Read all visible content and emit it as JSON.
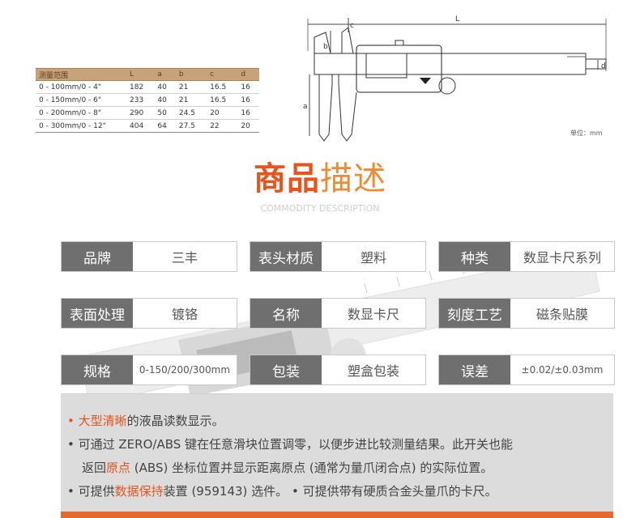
{
  "spec_table": {
    "headers": [
      "测量范围",
      "L",
      "a",
      "b",
      "c",
      "d"
    ],
    "rows": [
      [
        "0 - 100mm/0 - 4\"",
        "182",
        "40",
        "21",
        "16.5",
        "16"
      ],
      [
        "0 - 150mm/0 - 6\"",
        "233",
        "40",
        "21",
        "16.5",
        "16"
      ],
      [
        "0 - 200mm/0 - 8\"",
        "290",
        "50",
        "24.5",
        "20",
        "16"
      ],
      [
        "0 - 300mm/0 - 12\"",
        "404",
        "64",
        "27.5",
        "22",
        "20"
      ]
    ]
  },
  "drawing": {
    "dim_labels": {
      "L": "L",
      "a": "a",
      "b": "b",
      "c": "c",
      "d": "d"
    },
    "unit_label": "单位：mm"
  },
  "section": {
    "title_bold": "商品",
    "title_light": "描述",
    "subtitle": "COMMODITY DESCRIPTION"
  },
  "attributes": [
    {
      "key": "品牌",
      "value": "三丰"
    },
    {
      "key": "表头材质",
      "value": "塑料"
    },
    {
      "key": "种类",
      "value": "数显卡尺系列"
    },
    {
      "key": "表面处理",
      "value": "镀铬"
    },
    {
      "key": "名称",
      "value": "数显卡尺"
    },
    {
      "key": "刻度工艺",
      "value": "磁条贴膜"
    },
    {
      "key": "规格",
      "value": "0-150/200/300mm"
    },
    {
      "key": "包装",
      "value": "塑盒包装"
    },
    {
      "key": "误差",
      "value": "±0.02/±0.03mm"
    }
  ],
  "description": {
    "bullet": "•",
    "l1_hl": "大型清晰",
    "l1_rest": "的液晶读数显示。",
    "l2": "可通过 ZERO/ABS 键在任意滑块位置调零，以便步进比较测量结果。此开关也能",
    "l3_pre": "返回",
    "l3_hl": "原点",
    "l3_rest": " (ABS) 坐标位置并显示距离原点 (通常为量爪闭合点) 的实际位置。",
    "l4_pre": "可提供",
    "l4_hl": "数据保持",
    "l4_rest": "装置 (959143) 选件。",
    "l4_b": "可提供带有硬质合金头量爪的卡尺。"
  },
  "colors": {
    "accent": "#e8541c",
    "label_bg": "#6f6f6f",
    "table_header": "#c8a27a",
    "desc_bg": "#dcdcdc"
  }
}
